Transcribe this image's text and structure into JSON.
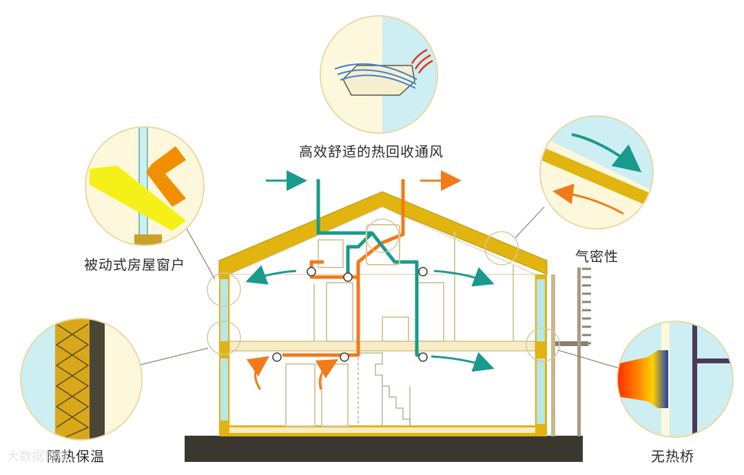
{
  "labels": {
    "ventilation": "高效舒适的热回收通风",
    "window": "被动式房屋窗户",
    "airtight": "气密性",
    "insulation": "隔热保温",
    "thermal_bridge": "无热桥"
  },
  "watermark": "大数据博宸",
  "colors": {
    "frame": "#e2b410",
    "frame_dark": "#b98e08",
    "supply_duct": "#199a8c",
    "exhaust_duct": "#f27a18",
    "glass": "#b9e6e6",
    "ground": "#3a3630",
    "insulation_core": "#d8a81a",
    "wall_dark": "#4b4538",
    "bubble_fill": "#fdf8dc"
  },
  "icons": [
    "arrow-icon",
    "fan-icon",
    "heat-exchanger-icon",
    "window-icon"
  ]
}
